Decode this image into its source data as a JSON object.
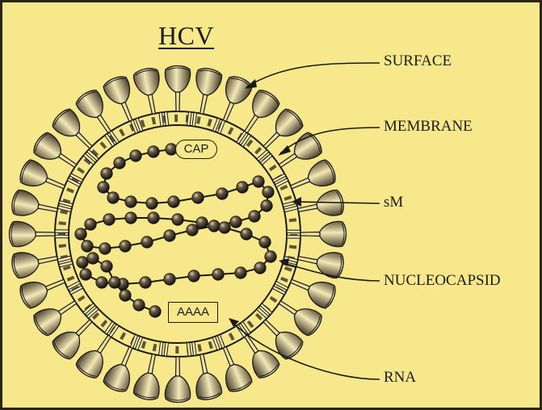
{
  "title": "HCV",
  "labels": {
    "surface": "SURFACE",
    "membrane": "MEMBRANE",
    "sm": "sM",
    "nucleocapsid": "NUCLEOCAPSID",
    "rna": "RNA"
  },
  "tags": {
    "cap": "CAP",
    "poly_a": "AAAA"
  },
  "colors": {
    "background": "#f7e98b",
    "ink": "#1a1a1a",
    "bead": "#3a3228",
    "spike_fill": "#efe2a0"
  }
}
